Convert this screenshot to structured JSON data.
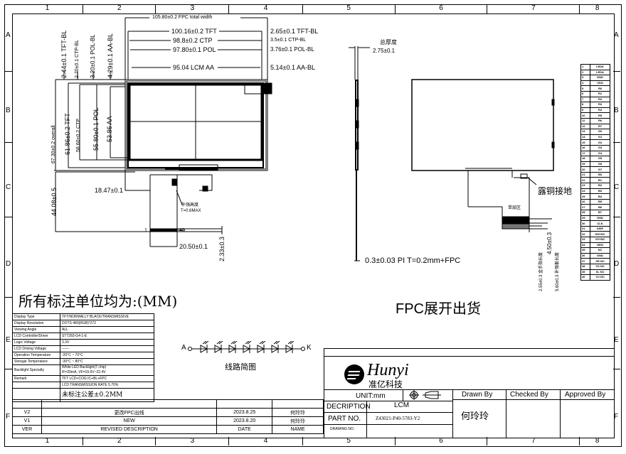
{
  "frame": {
    "columns": [
      "1",
      "2",
      "3",
      "4",
      "5",
      "6",
      "7",
      "8"
    ],
    "rows": [
      "A",
      "B",
      "C",
      "D",
      "E",
      "F"
    ]
  },
  "front_view": {
    "top_dims": {
      "overall": "105.80±0.2 FPC total width",
      "tft": "100.16±0.2 TFT",
      "ctp": "98.8±0.2 CTP",
      "pol": "97.80±0.1 POL",
      "aa": "95.04 LCM AA",
      "right_tft_bl": "2.65±0.1 TFT-BL",
      "right_ctp": "3.5±0.1 CTP-BL",
      "right_pol": "3.76±0.1 POL-BL",
      "right_aa": "5.14±0.1 AA-BL"
    },
    "left_dims": {
      "tft_bl": "2.44±0.1 TFT-BL",
      "ctp_bl": "2.70±0.1 CTP-BL",
      "pol_bl": "3.20±0.1 POL-BL",
      "aa_bl": "4.29±0.1 AA-BL",
      "overall_h": "67.30±0.2 overall",
      "tft_h": "61.86±0.2 TFT",
      "ctp_h": "58.60±0.2 CTP",
      "pol_h": "55.80±0.1 POL",
      "aa_h": "53.86 AA",
      "fpc_len": "44.08±0.5"
    },
    "fpc_dims": {
      "offset": "18.47±0.1",
      "width": "20.50±0.1",
      "tail": "2.33±0.3",
      "pin_first": "1",
      "pin_last": "40",
      "note_line1": "补强高度",
      "note_line2": "T=0.6MAX"
    }
  },
  "side_view": {
    "thickness_label": "总厚度",
    "thickness_value": "2.75±0.1",
    "fpc_note": "0.3±0.03 PI T=0.2mm+FPC"
  },
  "back_view": {
    "ground_label": "露铜接地",
    "stiffener_label": "单层区",
    "dim_a": "2.55±0.3 金手指长度",
    "dim_b": "4.50±0.3",
    "dim_c": "5.60±0.3 补强板长度"
  },
  "unit_heading": "所有标注单位均为:(MM)",
  "fpc_heading": "FPC展开出货",
  "specs": [
    {
      "label": "Display Type",
      "value": "TFT/NORMALLY BLACK/TRANSMISSIVE"
    },
    {
      "label": "Display Resolution",
      "value": "DOTS 480(RGB)*272"
    },
    {
      "label": "Viewing Angle",
      "value": "ALL"
    },
    {
      "label": "LCD Controller/Driver",
      "value": "ST7283-G4-1-E"
    },
    {
      "label": "Logic Voltage",
      "value": "3.3V"
    },
    {
      "label": "LCD Driving Voltage",
      "value": "------"
    },
    {
      "label": "Operation Temperature",
      "value": "-20°C ~ 70°C"
    },
    {
      "label": "Storage Temperature",
      "value": "-30°C ~ 80°C"
    },
    {
      "label": "Backlight Specialty",
      "value": "White LED Backlight(7 chip)",
      "value2": "IF=20mA, VF=19.6V~22.4V"
    },
    {
      "label": "Remark",
      "value": "TFT LCD+COG IC+BL+FPC"
    },
    {
      "label": "",
      "value": "LCD TRANSMISSION RATE 5.70%"
    },
    {
      "label": "",
      "value": "未标注公差±0.2MM"
    }
  ],
  "circuit": {
    "anode": "A",
    "cathode": "K",
    "led_count": 7,
    "caption": "线路简图"
  },
  "revisions": [
    {
      "ver": "",
      "desc": "",
      "date": "",
      "name": ""
    },
    {
      "ver": "V2",
      "desc": "更改FPC出线",
      "date": "2023.8.25",
      "name": "何玲玲"
    },
    {
      "ver": "V1",
      "desc": "NEW",
      "date": "2023.8.20",
      "name": "何玲玲"
    },
    {
      "ver": "VER",
      "desc": "REVISED DESCRIPTION",
      "date": "DATE",
      "name": "NAME"
    }
  ],
  "title_block": {
    "brand": "Hunyi",
    "brand_cn": "准亿科技",
    "unit": "UNIT:mm",
    "drawn_by_label": "Drawn By",
    "checked_by_label": "Checked By",
    "approved_by_label": "Approved By",
    "description_label": "DECRIPTION",
    "description_value": "LCM",
    "part_no_label": "PART NO.",
    "part_no_value": "Z43021-P40-5783-Y2",
    "drawing_no_label": "DRAWING NO.",
    "drawing_no_value": "",
    "drawn_by": "何玲玲",
    "checked_by": "",
    "approved_by": ""
  },
  "pinout": [
    {
      "no": "1",
      "name": "LEDK"
    },
    {
      "no": "2",
      "name": "LEDA"
    },
    {
      "no": "3",
      "name": "GND"
    },
    {
      "no": "4",
      "name": "VDD"
    },
    {
      "no": "5",
      "name": "R0"
    },
    {
      "no": "6",
      "name": "R1"
    },
    {
      "no": "7",
      "name": "R2"
    },
    {
      "no": "8",
      "name": "R3"
    },
    {
      "no": "9",
      "name": "R4"
    },
    {
      "no": "10",
      "name": "R5"
    },
    {
      "no": "11",
      "name": "R6"
    },
    {
      "no": "12",
      "name": "R7"
    },
    {
      "no": "13",
      "name": "G0"
    },
    {
      "no": "14",
      "name": "G1"
    },
    {
      "no": "15",
      "name": "G2"
    },
    {
      "no": "16",
      "name": "G3"
    },
    {
      "no": "17",
      "name": "G4"
    },
    {
      "no": "18",
      "name": "G5"
    },
    {
      "no": "19",
      "name": "G6"
    },
    {
      "no": "20",
      "name": "G7"
    },
    {
      "no": "21",
      "name": "B0"
    },
    {
      "no": "22",
      "name": "B1"
    },
    {
      "no": "23",
      "name": "B2"
    },
    {
      "no": "24",
      "name": "B3"
    },
    {
      "no": "25",
      "name": "B4"
    },
    {
      "no": "26",
      "name": "B5"
    },
    {
      "no": "27",
      "name": "B6"
    },
    {
      "no": "28",
      "name": "B7"
    },
    {
      "no": "29",
      "name": "GND"
    },
    {
      "no": "30",
      "name": "CLK"
    },
    {
      "no": "31",
      "name": "DISP"
    },
    {
      "no": "32",
      "name": "HSYNC"
    },
    {
      "no": "33",
      "name": "VSYNC"
    },
    {
      "no": "34",
      "name": "DEN"
    },
    {
      "no": "35",
      "name": "NC"
    },
    {
      "no": "36",
      "name": "GND"
    },
    {
      "no": "37",
      "name": "XR NC"
    },
    {
      "no": "38",
      "name": "YD NC"
    },
    {
      "no": "39",
      "name": "XL NC"
    },
    {
      "no": "40",
      "name": "YU NC"
    }
  ]
}
